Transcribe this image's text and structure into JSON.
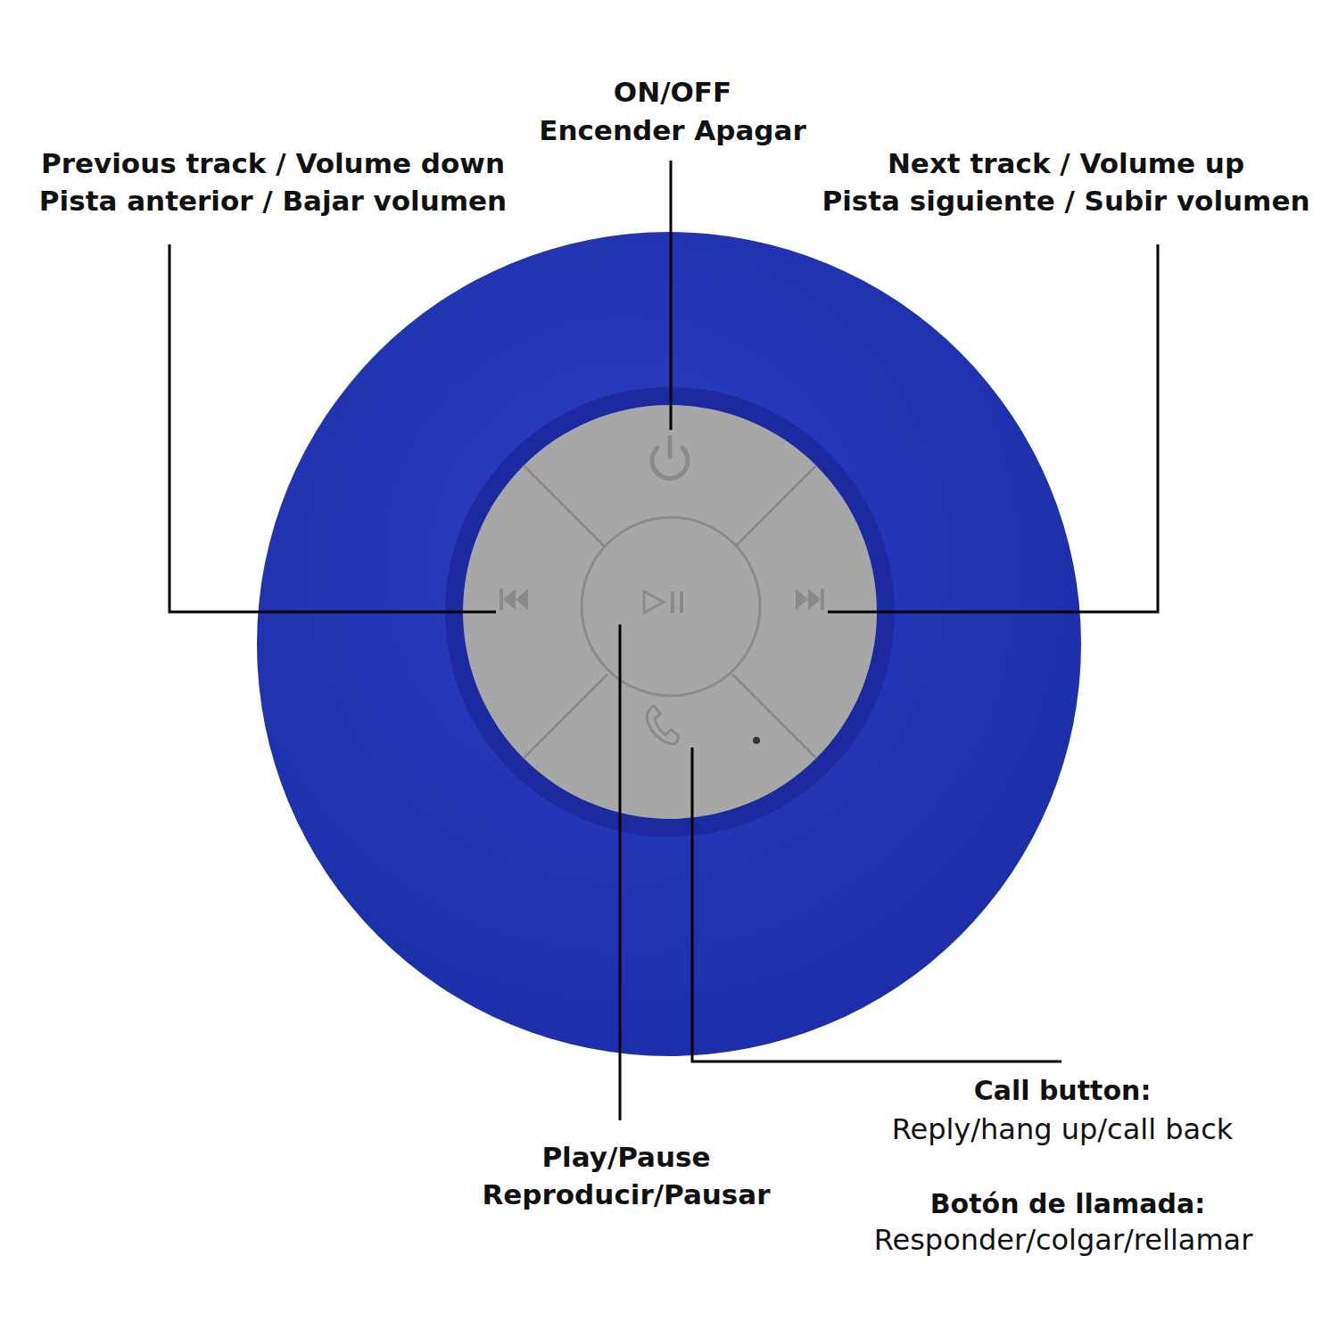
{
  "diagram": {
    "labels": [
      "ON/OFF",
      "Encender Apagar",
      "Previous track / Volume down",
      "Pista anterior / Bajar volumen",
      "Next track / Volume up",
      "Pista siguiente / Subir volumen",
      "Play/Pause",
      "Reproducir/Pausar",
      "Call button:",
      "Reply/hang up/call back",
      "Botón de llamada:",
      "Responder/colgar/rellamar"
    ]
  }
}
